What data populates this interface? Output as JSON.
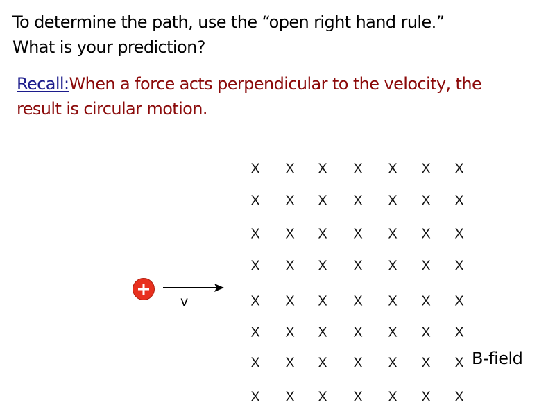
{
  "title": {
    "line1": "To determine the path, use the “open right hand rule.”",
    "line2": "What is your prediction?"
  },
  "recall": {
    "label": "Recall:",
    "line1": "When a force acts perpendicular to the velocity, the",
    "line2": "result is circular motion."
  },
  "diagram": {
    "field_symbol": "X",
    "rows": 8,
    "columns": 7,
    "velocity_label": "v",
    "field_label": "B-field",
    "charge_symbol": "+",
    "charge_color": "#e8301e"
  }
}
